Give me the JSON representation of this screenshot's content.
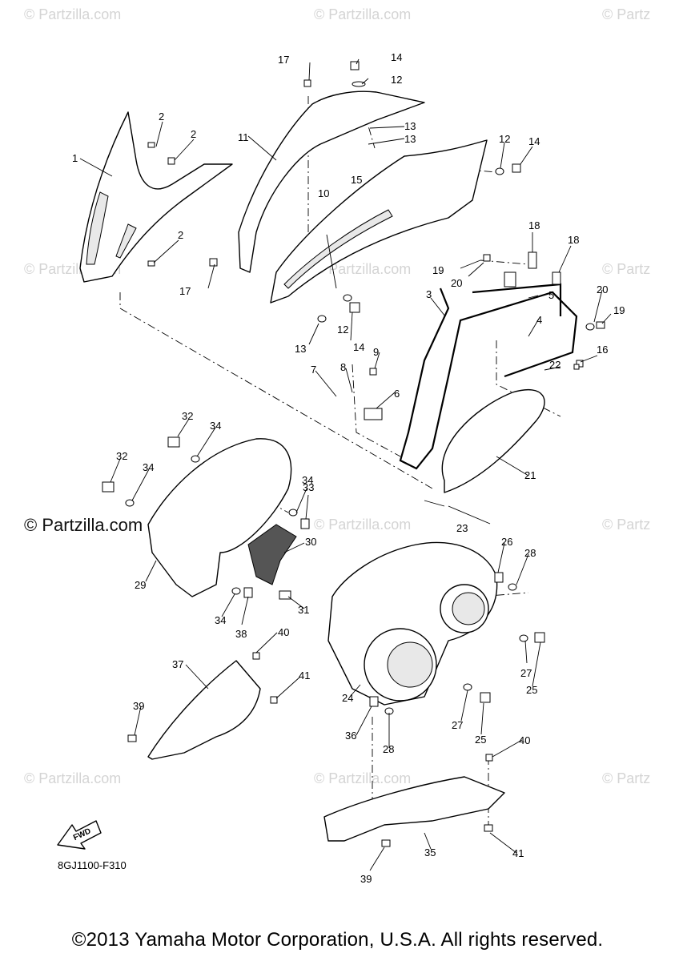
{
  "watermarks": [
    "© Partzilla.com",
    "© Partzilla.com",
    "© Partz",
    "© Partzilla.com",
    "© Partzilla.com",
    "© Partz",
    "© Partzilla.com",
    "© Partz",
    "© Partzilla.com",
    "© Partzilla.com",
    "© Partz"
  ],
  "watermark_big": "© Partzilla.com",
  "diagram_code": "8GJ1100-F310",
  "fwd_label": "FWD",
  "copyright": "©2013 Yamaha Motor Corporation, U.S.A. All rights reserved.",
  "callouts": [
    "1",
    "2",
    "2",
    "2",
    "3",
    "4",
    "5",
    "6",
    "7",
    "8",
    "9",
    "10",
    "11",
    "12",
    "12",
    "12",
    "13",
    "13",
    "13",
    "14",
    "14",
    "14",
    "15",
    "16",
    "17",
    "17",
    "18",
    "18",
    "19",
    "19",
    "20",
    "20",
    "21",
    "22",
    "23",
    "24",
    "25",
    "25",
    "26",
    "27",
    "27",
    "28",
    "28",
    "29",
    "30",
    "31",
    "32",
    "32",
    "33",
    "34",
    "34",
    "34",
    "34",
    "35",
    "36",
    "37",
    "38",
    "39",
    "39",
    "40",
    "40",
    "41",
    "41"
  ]
}
